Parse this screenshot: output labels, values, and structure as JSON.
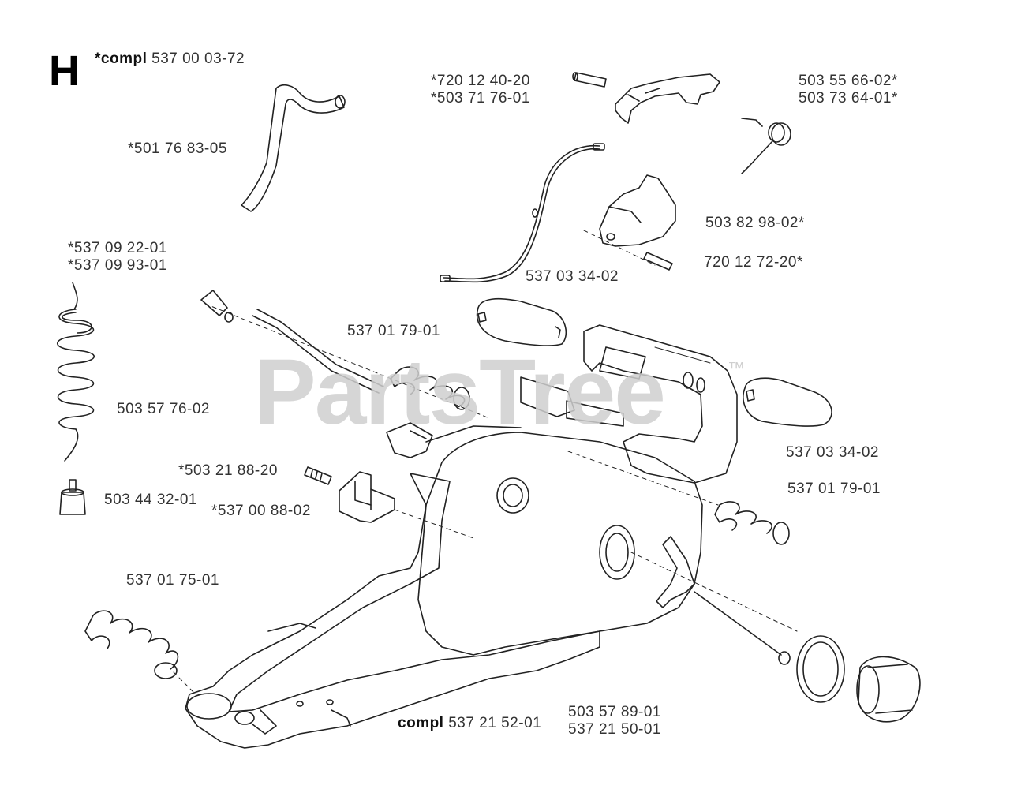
{
  "section_letter": "H",
  "watermark": {
    "text": "PartsTree",
    "tm": "™"
  },
  "labels": {
    "compl_top": {
      "prefix": "*compl",
      "number": "537 00 03-72"
    },
    "l_501_76_83": "*501 76 83-05",
    "l_720_12_40": "*720 12 40-20",
    "l_503_71_76": "*503 71 76-01",
    "l_503_55_66": "503 55 66-02*",
    "l_503_73_64": "503 73 64-01*",
    "l_537_09_22": "*537 09 22-01",
    "l_537_09_93": "*537 09 93-01",
    "l_503_82_98": "503 82 98-02*",
    "l_720_12_72": "720 12 72-20*",
    "l_537_03_34_a": "537 03 34-02",
    "l_537_01_79_a": "537 01 79-01",
    "l_503_57_76": "503 57 76-02",
    "l_537_03_34_b": "537 03 34-02",
    "l_537_01_79_b": "537 01 79-01",
    "l_503_21_88": "*503 21 88-20",
    "l_503_44_32": "503 44 32-01",
    "l_537_00_88": "*537 00 88-02",
    "l_537_01_75": "537 01 75-01",
    "compl_bottom": {
      "prefix": "compl",
      "number": "537 21 52-01"
    },
    "l_503_57_89": "503 57 89-01",
    "l_537_21_50": "537 21 50-01"
  },
  "colors": {
    "line": "#222222",
    "label": "#333333",
    "watermark": "#cfcfcf"
  }
}
